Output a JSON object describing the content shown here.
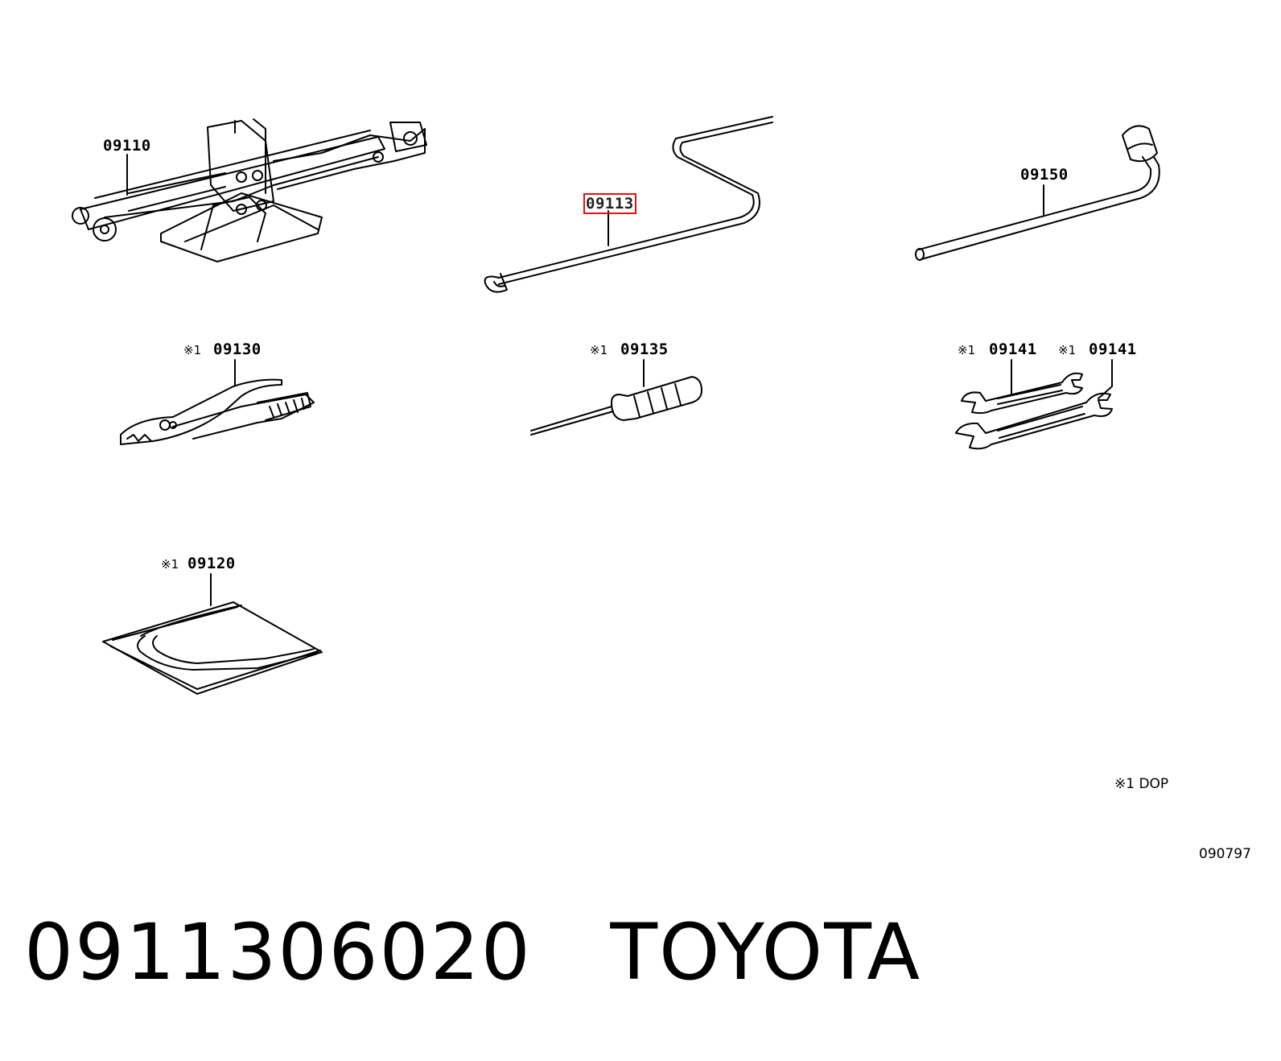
{
  "labels": {
    "jack": "09110",
    "handle": "09113",
    "wrench": "09150",
    "pliers": "09130",
    "screwdriver": "09135",
    "spanner_a": "09141",
    "spanner_b": "09141",
    "bag": "09120"
  },
  "ref_mark": "※1",
  "legend_note": "※1  DOP",
  "figure_number": "090797",
  "caption": "0911306020   TOYOTA",
  "highlight_color": "#e11111"
}
